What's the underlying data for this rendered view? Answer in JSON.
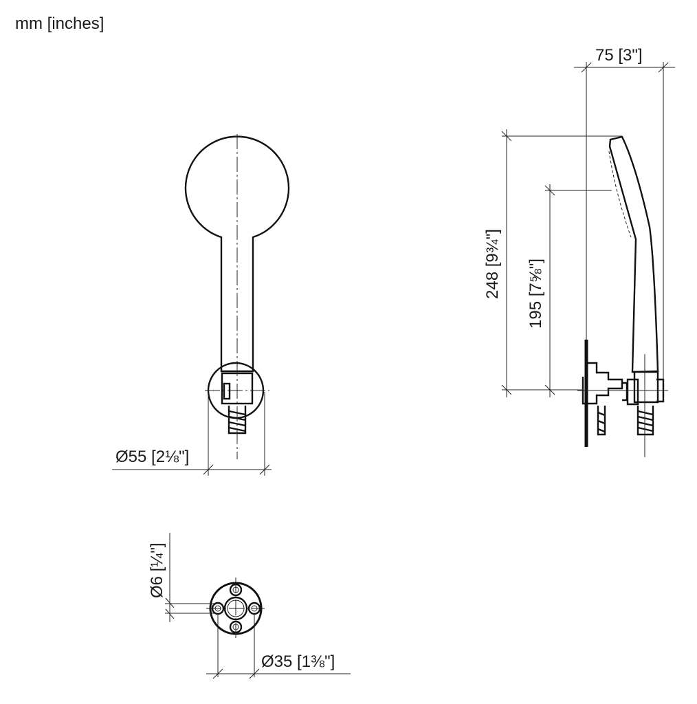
{
  "units_label": "mm [inches]",
  "dimensions": {
    "width": "75 [3\"]",
    "height_total": "248 [9¾\"]",
    "height_outlet": "195 [7⅝\"]",
    "rosette_diameter": "Ø55 [2⅛\"]",
    "hole_diameter": "Ø6 [¼\"]",
    "hole_spacing": "Ø35 [1⅜\"]"
  }
}
